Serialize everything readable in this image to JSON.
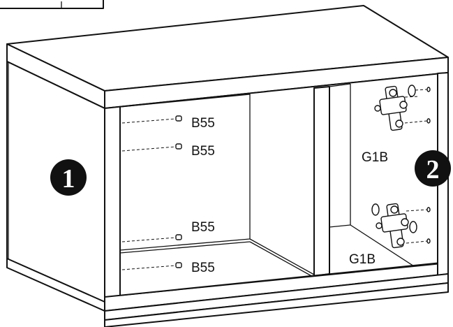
{
  "callouts": {
    "panel_left_step": "1",
    "panel_right_step": "2",
    "screw_label_1": "B55",
    "screw_label_2": "B55",
    "screw_label_3": "B55",
    "screw_label_4": "B55",
    "hinge_label_top": "G1B",
    "hinge_label_bottom": "G1B"
  },
  "colors": {
    "line": "#111111",
    "background": "#ffffff"
  }
}
